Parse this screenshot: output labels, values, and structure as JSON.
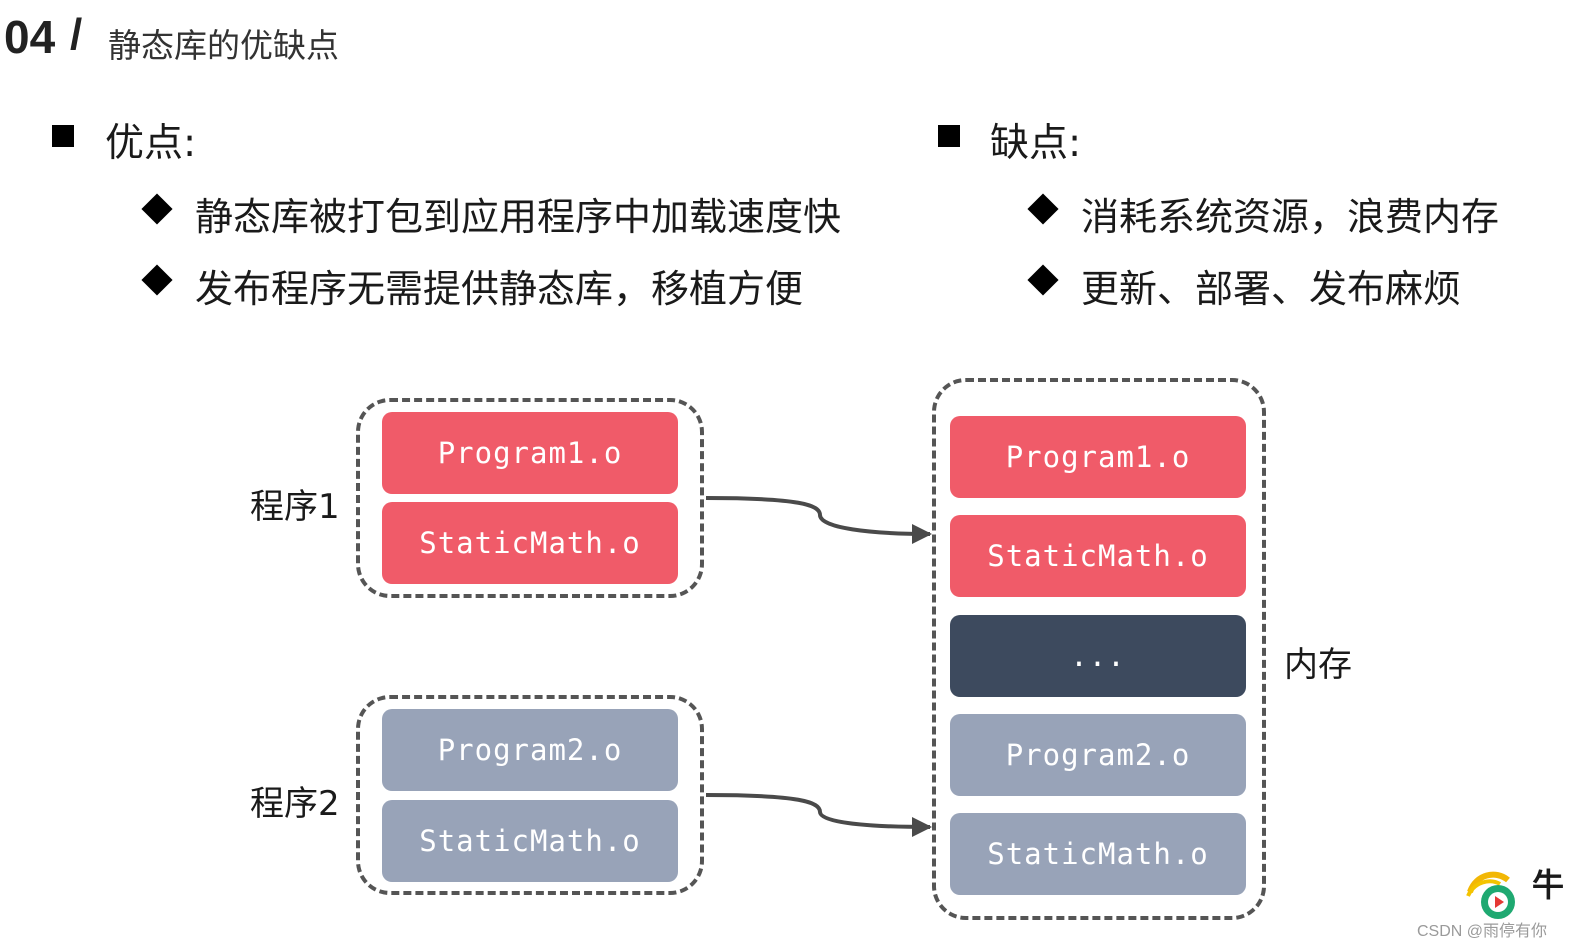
{
  "header": {
    "number": "04",
    "slash": "/",
    "title": "静态库的优缺点"
  },
  "pros": {
    "label": "优点:",
    "items": [
      "静态库被打包到应用程序中加载速度快",
      "发布程序无需提供静态库，移植方便"
    ]
  },
  "cons": {
    "label": "缺点:",
    "items": [
      "消耗系统资源，浪费内存",
      "更新、部署、发布麻烦"
    ]
  },
  "diagram": {
    "program1": {
      "label": "程序1",
      "blocks": [
        "Program1.o",
        "StaticMath.o"
      ]
    },
    "program2": {
      "label": "程序2",
      "blocks": [
        "Program2.o",
        "StaticMath.o"
      ]
    },
    "memory": {
      "label": "内存",
      "blocks": [
        "Program1.o",
        "StaticMath.o",
        "...",
        "Program2.o",
        "StaticMath.o"
      ]
    }
  },
  "colors": {
    "red_block": "#f05b69",
    "grey_block": "#98a3b8",
    "dark_block": "#3d4a5e",
    "frame": "#555555"
  },
  "watermark": {
    "text": "CSDN @雨停有你",
    "logo_text": "牛"
  }
}
